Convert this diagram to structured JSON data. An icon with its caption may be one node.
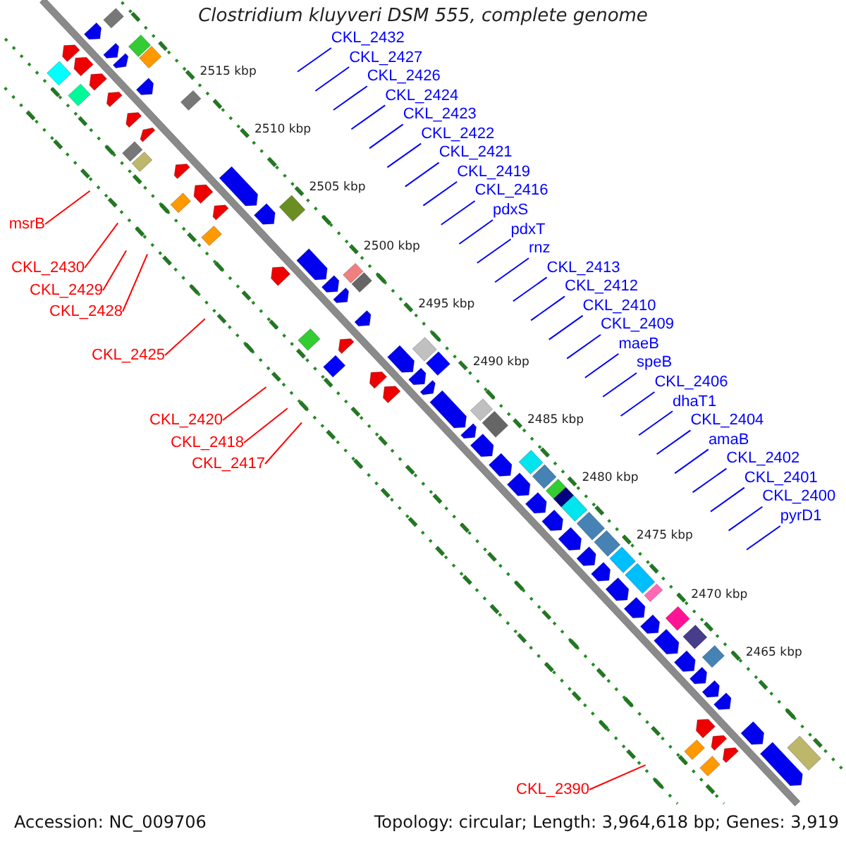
{
  "diagram": {
    "title": "Clostridium kluyveri DSM 555, complete genome",
    "nodes": [
      {
        "text": [
          "CKL_2432"
        ]
      },
      {
        "text": [
          "CKL_2427"
        ]
      },
      {
        "text": [
          "CKL_2426"
        ]
      },
      {
        "text": [
          "CKL_2424"
        ]
      },
      {
        "text": [
          "CKL_2423"
        ]
      },
      {
        "text": [
          "CKL_2422"
        ]
      },
      {
        "text": [
          "CKL_2421"
        ]
      },
      {
        "text": [
          "CKL_2419"
        ]
      },
      {
        "text": [
          "CKL_2416"
        ]
      },
      {
        "text": [
          "pdxS"
        ]
      },
      {
        "text": [
          "pdxT"
        ]
      },
      {
        "text": [
          "rnz"
        ]
      },
      {
        "text": [
          "CKL_2413"
        ]
      },
      {
        "text": [
          "CKL_2412"
        ]
      },
      {
        "text": [
          "CKL_2410"
        ]
      },
      {
        "text": [
          "CKL_2409"
        ]
      },
      {
        "text": [
          "maeB"
        ]
      },
      {
        "text": [
          "speB"
        ]
      },
      {
        "text": [
          "CKL_2406"
        ]
      },
      {
        "text": [
          "dhaT1"
        ]
      },
      {
        "text": [
          "CKL_2404"
        ]
      },
      {
        "text": [
          "amaB"
        ]
      },
      {
        "text": [
          "CKL_2402"
        ]
      },
      {
        "text": [
          "CKL_2401"
        ]
      },
      {
        "text": [
          "CKL_2400"
        ]
      },
      {
        "text": [
          "pyrD1"
        ]
      },
      {
        "text": [
          "msrB"
        ]
      },
      {
        "text": [
          "CKL_2430"
        ]
      },
      {
        "text": [
          "CKL_2429"
        ]
      },
      {
        "text": [
          "CKL_2428"
        ]
      },
      {
        "text": [
          "CKL_2425"
        ]
      },
      {
        "text": [
          "CKL_2420"
        ]
      },
      {
        "text": [
          "CKL_2418"
        ]
      },
      {
        "text": [
          "CKL_2417"
        ]
      },
      {
        "text": [
          "CKL_2390"
        ]
      }
    ],
    "edges": [
      {
        "from": 0,
        "to": null,
        "arrow": "none"
      },
      {
        "from": 1,
        "to": null,
        "arrow": "none"
      },
      {
        "from": 2,
        "to": null,
        "arrow": "none"
      },
      {
        "from": 3,
        "to": null,
        "arrow": "none"
      },
      {
        "from": 4,
        "to": null,
        "arrow": "none"
      },
      {
        "from": 5,
        "to": null,
        "arrow": "none"
      },
      {
        "from": 6,
        "to": null,
        "arrow": "none"
      },
      {
        "from": 7,
        "to": null,
        "arrow": "none"
      },
      {
        "from": 8,
        "to": null,
        "arrow": "none"
      },
      {
        "from": 9,
        "to": null,
        "arrow": "none"
      },
      {
        "from": 10,
        "to": null,
        "arrow": "none"
      },
      {
        "from": 11,
        "to": null,
        "arrow": "none"
      },
      {
        "from": 12,
        "to": null,
        "arrow": "none"
      },
      {
        "from": 13,
        "to": null,
        "arrow": "none"
      },
      {
        "from": 14,
        "to": null,
        "arrow": "none"
      },
      {
        "from": 15,
        "to": null,
        "arrow": "none"
      },
      {
        "from": 16,
        "to": null,
        "arrow": "none"
      },
      {
        "from": 17,
        "to": null,
        "arrow": "none"
      },
      {
        "from": 18,
        "to": null,
        "arrow": "none"
      },
      {
        "from": 19,
        "to": null,
        "arrow": "none"
      },
      {
        "from": 20,
        "to": null,
        "arrow": "none"
      },
      {
        "from": 21,
        "to": null,
        "arrow": "none"
      },
      {
        "from": 22,
        "to": null,
        "arrow": "none"
      },
      {
        "from": 23,
        "to": null,
        "arrow": "none"
      },
      {
        "from": 24,
        "to": null,
        "arrow": "none"
      },
      {
        "from": 25,
        "to": null,
        "arrow": "none"
      },
      {
        "from": 26,
        "to": null,
        "arrow": "none",
        "color": "#ff0000"
      },
      {
        "from": 27,
        "to": null,
        "arrow": "none",
        "color": "#ff0000"
      },
      {
        "from": 28,
        "to": null,
        "arrow": "none",
        "color": "#ff0000"
      },
      {
        "from": 29,
        "to": null,
        "arrow": "none",
        "color": "#ff0000"
      },
      {
        "from": 30,
        "to": null,
        "arrow": "none",
        "color": "#ff0000"
      },
      {
        "from": 31,
        "to": null,
        "arrow": "none",
        "color": "#ff0000"
      },
      {
        "from": 32,
        "to": null,
        "arrow": "none",
        "color": "#ff0000"
      },
      {
        "from": 33,
        "to": null,
        "arrow": "none",
        "color": "#ff0000"
      },
      {
        "from": 34,
        "to": null,
        "arrow": "none",
        "color": "#ff0000"
      }
    ],
    "labels": [
      "2515 kbp",
      "2510 kbp",
      "2505 kbp",
      "2500 kbp",
      "2495 kbp",
      "2490 kbp",
      "2485 kbp",
      "2480 kbp",
      "2475 kbp",
      "2470 kbp",
      "2465 kbp",
      "Accession: NC_009706",
      "Topology: circular; Length: 3,964,618 bp; Genes: 3,919"
    ]
  }
}
